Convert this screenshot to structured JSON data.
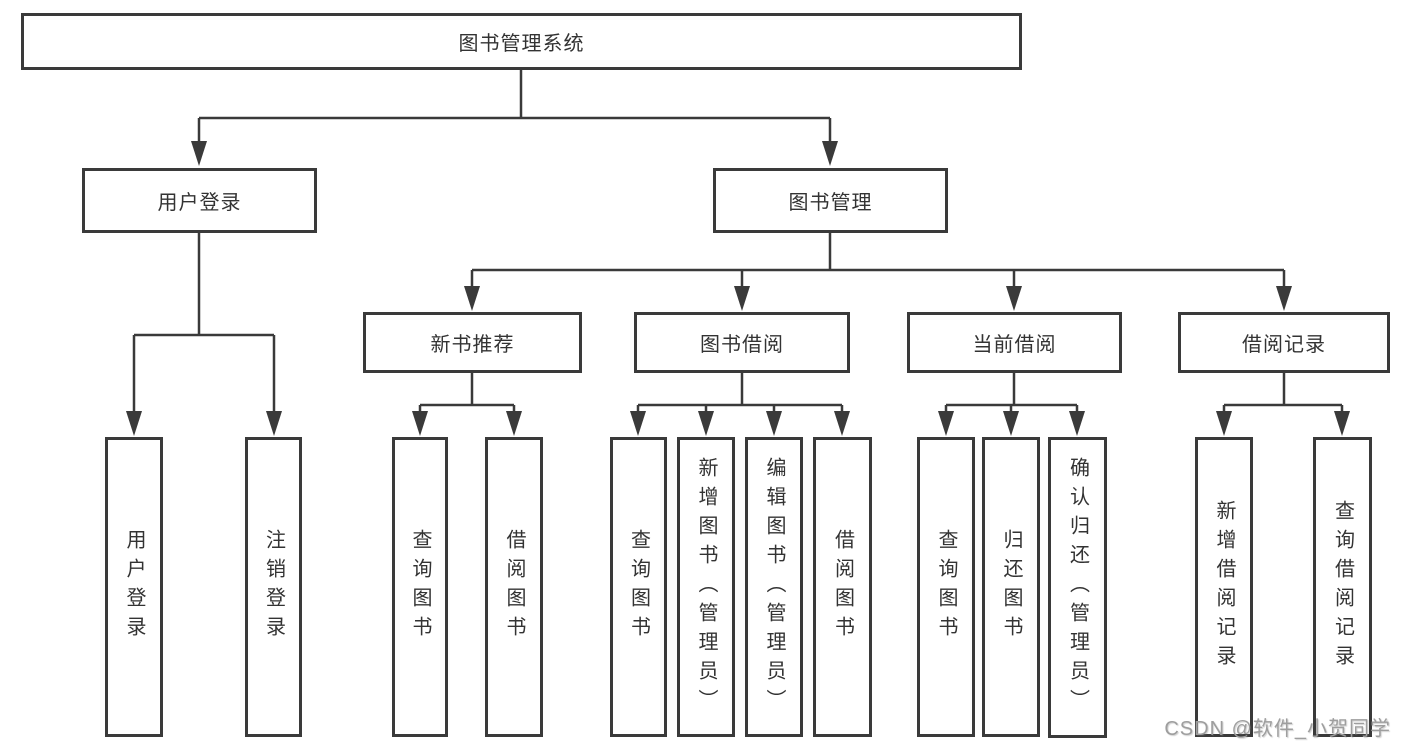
{
  "diagram": {
    "title": "图书管理系统",
    "colors": {
      "line": "#3a3a3a",
      "box_border": "#3a3a3a",
      "text": "#333333",
      "background": "#ffffff",
      "watermark": "#9e9e9e"
    },
    "watermark": "CSDN @软件_小贺同学",
    "tree": {
      "root": {
        "label": "图书管理系统"
      },
      "level2": [
        {
          "label": "用户登录"
        },
        {
          "label": "图书管理"
        }
      ],
      "level3": [
        {
          "label": "新书推荐"
        },
        {
          "label": "图书借阅"
        },
        {
          "label": "当前借阅"
        },
        {
          "label": "借阅记录"
        }
      ],
      "leaves": {
        "user_login": [
          {
            "label": "用户登录"
          },
          {
            "label": "注销登录"
          }
        ],
        "new_book": [
          {
            "label": "查询图书"
          },
          {
            "label": "借阅图书"
          }
        ],
        "book_borrow": [
          {
            "label": "查询图书"
          },
          {
            "label": "新增图书（管理员）"
          },
          {
            "label": "编辑图书（管理员）"
          },
          {
            "label": "借阅图书"
          }
        ],
        "current_borrow": [
          {
            "label": "查询图书"
          },
          {
            "label": "归还图书"
          },
          {
            "label": "确认归还（管理员）"
          }
        ],
        "borrow_record": [
          {
            "label": "新增借阅记录"
          },
          {
            "label": "查询借阅记录"
          }
        ]
      }
    }
  }
}
